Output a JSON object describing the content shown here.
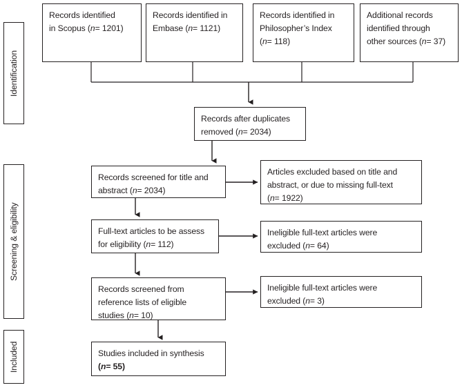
{
  "diagram": {
    "title": "PRISMA study selection flow diagram",
    "colors": {
      "stroke": "#231f20",
      "background": "#ffffff"
    },
    "stages": [
      {
        "id": "identification",
        "label": "Identification"
      },
      {
        "id": "screening-eligibility",
        "label": "Screening & eligibility"
      },
      {
        "id": "included",
        "label": "Included"
      }
    ],
    "sources": [
      {
        "id": "scopus",
        "line1": "Records identified",
        "line2_pre": "in Scopus (",
        "n_italic": "n",
        "n_value": "= 1201)"
      },
      {
        "id": "embase",
        "line1": "Records identified in",
        "line2_pre": "Embase (",
        "n_italic": "n",
        "n_value": "= 1121)"
      },
      {
        "id": "philosophers-index",
        "line1": "Records identified in",
        "line2_pre": "Philosopher’s Index",
        "n_italic": "n",
        "n_value": "= 118)"
      },
      {
        "id": "other-sources",
        "line1": "Additional records",
        "line2_pre": "identified through",
        "n_italic": "n",
        "n_value": "= 37)"
      }
    ],
    "nodes": {
      "duplicates_removed": {
        "line1": "Records after duplicates",
        "line2_pre": "removed (",
        "n_italic": "n",
        "n_value": "= 2034)"
      },
      "screened_title_abstract": {
        "line1": "Records screened for title and",
        "line2_pre": "abstract (",
        "n_italic": "n",
        "n_value": "= 2034)"
      },
      "excluded_title_abstract": {
        "line1": "Articles excluded based on title and",
        "line2": "abstract, or due to missing full-text",
        "line3_pre": "(",
        "n_italic": "n",
        "n_value": "= 1922)"
      },
      "fulltext_assessed": {
        "line1": "Full-text articles to be assess",
        "line2_pre": "for eligibility (",
        "n_italic": "n",
        "n_value": "= 112)"
      },
      "excluded_fulltext_1": {
        "line1": "Ineligible full-text articles were",
        "line2_pre": "excluded (",
        "n_italic": "n",
        "n_value": "= 64)"
      },
      "screened_references": {
        "line1": "Records screened from",
        "line2": "reference lists of eligible",
        "line3_pre": "studies (",
        "n_italic": "n",
        "n_value": "= 10)"
      },
      "excluded_fulltext_2": {
        "line1": "Ineligible full-text articles were",
        "line2_pre": "excluded (",
        "n_italic": "n",
        "n_value": "= 3)"
      },
      "included_synthesis": {
        "line1": "Studies included in synthesis",
        "line2_pre": "(",
        "n_italic": "n",
        "n_value": "= 55)"
      }
    }
  }
}
